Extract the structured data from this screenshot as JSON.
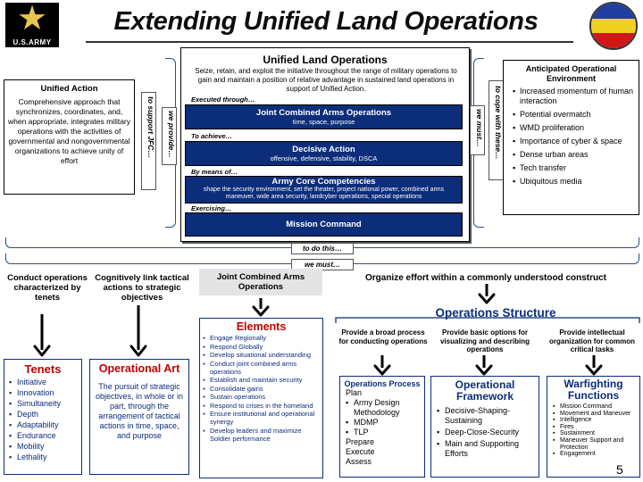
{
  "header": {
    "logo_text": "U.S.ARMY",
    "title": "Extending Unified Land Operations"
  },
  "center": {
    "title": "Unified Land Operations",
    "subtitle": "Seize, retain, and exploit the initiative throughout the range of military operations to gain and maintain a position of relative advantage in sustained land operations in support of Unified Action.",
    "labels": [
      "Executed through…",
      "To achieve…",
      "By means of…",
      "Exercising…"
    ],
    "bars": [
      {
        "l1": "Joint Combined Arms Operations",
        "l2": "time, space, purpose"
      },
      {
        "l1": "Decisive Action",
        "l2": "offensive, defensive, stability, DSCA"
      },
      {
        "l1": "Army Core Competencies",
        "l2": "shape the security environment, set the theater, project  national power,  combined arms maneuver, wide area security, landcyber operations, special operations"
      },
      {
        "l1": "Mission Command",
        "l2": ""
      }
    ]
  },
  "unified_action": {
    "title": "Unified Action",
    "body": "Comprehensive approach that synchronizes, coordinates, and, when appropriate, integrates military operations with the activities of governmental and nongovernmental organizations to achieve unity of effort"
  },
  "side_labels": {
    "to_support": "to support JFC…",
    "we_provide": "we provide…",
    "we_must": "we must…",
    "to_cope": "to cope with these…"
  },
  "anticipated": {
    "title": "Anticipated Operational Environment",
    "items": [
      "Increased momentum of human interaction",
      "Potential overmatch",
      "WMD proliferation",
      "Importance of cyber & space",
      "Dense urban areas",
      "Tech transfer",
      "Ubiquitous media"
    ]
  },
  "bars": {
    "to_do_this": "to do this…",
    "we_must": "we must…"
  },
  "lower": {
    "col1_head": "Conduct operations characterized by tenets",
    "col2_head": "Cognitively link tactical actions to strategic objectives",
    "col3_head": "Joint Combined Arms Operations",
    "organize": "Organize effort within a commonly understood construct",
    "tenets": {
      "title": "Tenets",
      "items": [
        "Initiative",
        "Innovation",
        "Simultaneity",
        "Depth",
        "Adaptability",
        "Endurance",
        "Mobility",
        "Lethality"
      ]
    },
    "op_art": {
      "title": "Operational Art",
      "body": "The pursuit of strategic objectives, in whole or in part, through the arrangement of tactical actions in time, space, and purpose"
    },
    "elements": {
      "title": "Elements",
      "items": [
        "Engage Regionally",
        "Respond Globally",
        "Develop situational understanding",
        "Conduct joint combined arms operations",
        "Establish and maintain security",
        "Consolidate gains",
        "Sustain operations",
        "Respond to crises in the homeland",
        "Ensure institutional and operational synergy",
        "Develop leaders and maximize Soldier performance"
      ]
    },
    "ops_structure": {
      "title": "Operations Structure",
      "sub1": "Provide a broad process for conducting operations",
      "sub2": "Provide basic options for visualizing and describing operations",
      "sub3": "Provide intellectual organization for common critical tasks"
    },
    "ops_process": {
      "title": "Operations Process",
      "plan": "Plan",
      "plan_items": [
        "Army Design Methodology",
        "MDMP",
        "TLP"
      ],
      "after": [
        "Prepare",
        "Execute",
        "Assess"
      ]
    },
    "op_framework": {
      "title": "Operational Framework",
      "items": [
        "Decisive-Shaping-Sustaining",
        "Deep-Close-Security",
        "Main and Supporting Efforts"
      ]
    },
    "wff": {
      "title": "Warfighting Functions",
      "items": [
        "Mission Command",
        "Movement and Maneuver",
        "Intelligence",
        "Fires",
        "Sustainment",
        "Maneuver Support and Protection",
        "Engagement"
      ]
    }
  },
  "page_number": "5",
  "colors": {
    "navy": "#0b2d7a",
    "red": "#c00000",
    "bracket": "#2b4f8a"
  }
}
